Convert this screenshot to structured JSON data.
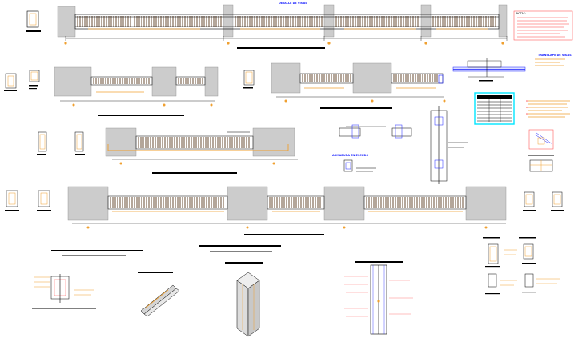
{
  "colors": {
    "wall_fill": "#cccccc",
    "rebar": "#5a3a1e",
    "hoop_accent": "#f0a030",
    "title_blue": "#1a22ff",
    "note_orange": "#f0a030",
    "note_red": "#ff5a5a",
    "cyan_table": "#00e5ff",
    "black": "#000000"
  },
  "drawing": {
    "type": "structural-detail-sheet",
    "annotations": {
      "top_title": "DETALLE DE VIGAS",
      "right_title": "TRANSLAPE DE VIGAS",
      "mid_title": "ARMADURA EN ESCUDO",
      "general_notes_title": "NOTAS:"
    }
  }
}
